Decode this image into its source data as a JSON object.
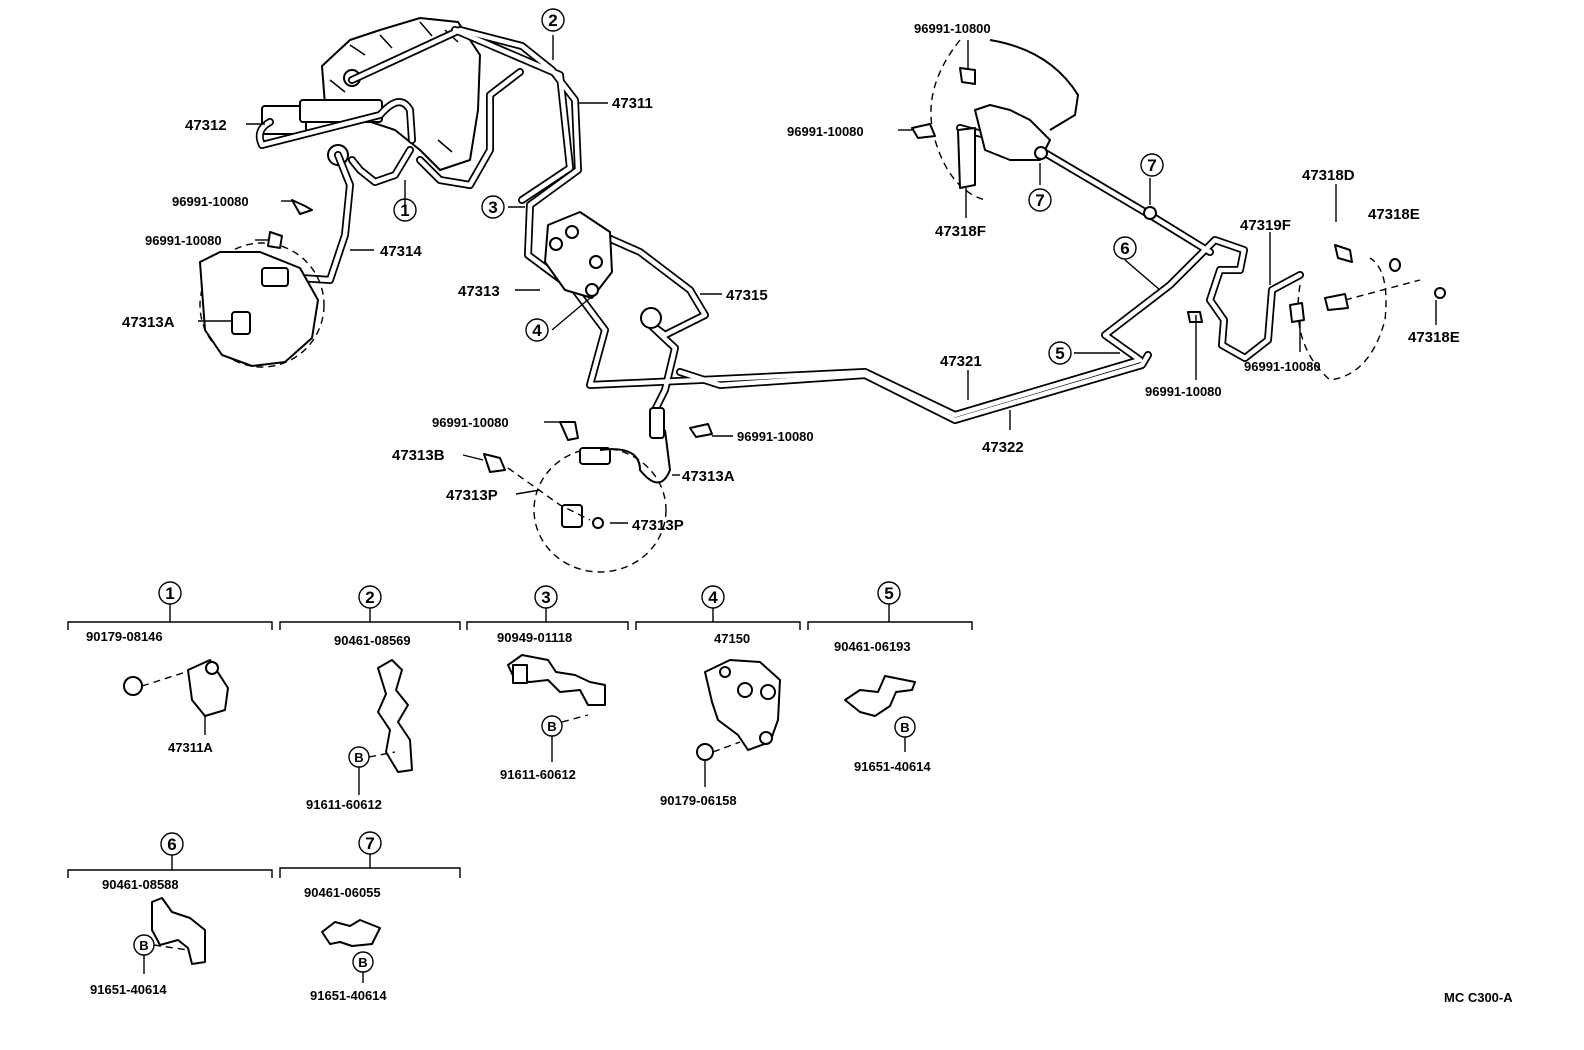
{
  "labels": {
    "p47312": "47312",
    "p47311": "47311",
    "p47313": "47313",
    "p47315": "47315",
    "p47314": "47314",
    "p47313A_left": "47313A",
    "p96991_clip_left1": "96991-10080",
    "p96991_clip_left2": "96991-10080",
    "p96991_front_a": "96991-10080",
    "p96991_front_b": "96991-10080",
    "p47313B": "47313B",
    "p47313P_a": "47313P",
    "p47313P_b": "47313P",
    "p47313A_front": "47313A",
    "p47321": "47321",
    "p47322": "47322",
    "p96991_10800": "96991-10800",
    "p96991_rear_a": "96991-10080",
    "p47318F": "47318F",
    "p47318D": "47318D",
    "p47318E_a": "47318E",
    "p47318E_b": "47318E",
    "p47319F": "47319F",
    "p96991_rear_b": "96991-10080",
    "p96991_rear_c": "96991-10080"
  },
  "callouts": [
    "1",
    "2",
    "3",
    "4",
    "5",
    "6",
    "7",
    "7"
  ],
  "details": [
    {
      "num": "1",
      "top": "90179-08146",
      "bottom": "47311A"
    },
    {
      "num": "2",
      "top": "90461-08569",
      "bottom": "91611-60612",
      "bolt": "B"
    },
    {
      "num": "3",
      "top": "90949-01118",
      "bottom": "91611-60612",
      "bolt": "B"
    },
    {
      "num": "4",
      "top": "47150",
      "bottom": "90179-06158"
    },
    {
      "num": "5",
      "top": "90461-06193",
      "bottom": "91651-40614",
      "bolt": "B"
    },
    {
      "num": "6",
      "top": "90461-08588",
      "bottom": "91651-40614",
      "bolt": "B"
    },
    {
      "num": "7",
      "top": "90461-06055",
      "bottom": "91651-40614",
      "bolt": "B"
    }
  ],
  "footer": "MC C300-A"
}
